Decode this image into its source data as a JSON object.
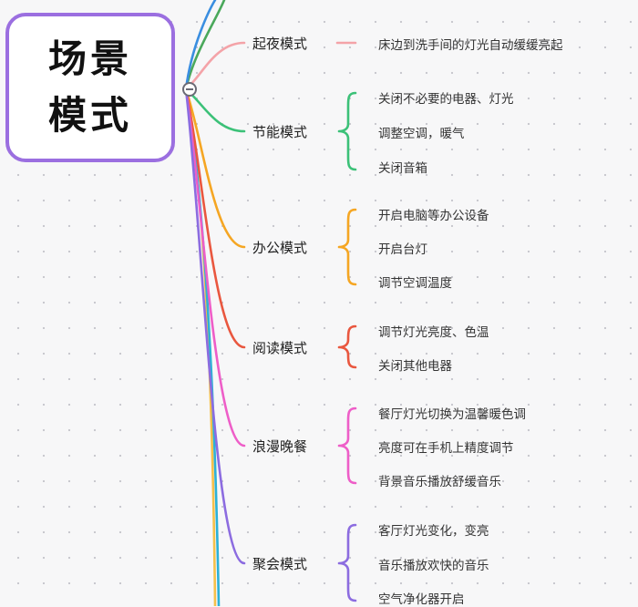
{
  "root": {
    "title": "场景模式",
    "color": "#9b6fe0"
  },
  "branches": [
    {
      "name": "起夜模式",
      "color": "#f4a3a8",
      "items": [
        "床边到洗手间的灯光自动缓缓亮起"
      ]
    },
    {
      "name": "节能模式",
      "color": "#3cc178",
      "items": [
        "关闭不必要的电器、灯光",
        "调整空调，暖气",
        "关闭音箱"
      ]
    },
    {
      "name": "办公模式",
      "color": "#f5a623",
      "items": [
        "开启电脑等办公设备",
        "开启台灯",
        "调节空调温度"
      ]
    },
    {
      "name": "阅读模式",
      "color": "#e9573f",
      "items": [
        "调节灯光亮度、色温",
        "关闭其他电器"
      ]
    },
    {
      "name": "浪漫晚餐",
      "color": "#ee5ec8",
      "items": [
        "餐厅灯光切换为温馨暖色调",
        "亮度可在手机上精度调节",
        "背景音乐播放舒缓音乐"
      ]
    },
    {
      "name": "聚会模式",
      "color": "#8c6ce0",
      "items": [
        "客厅灯光变化，变亮",
        "音乐播放欢快的音乐",
        "空气净化器开启"
      ]
    }
  ],
  "offscreen_colors": [
    "#f5c04a",
    "#2db1d6",
    "#4aa85b",
    "#3a8ee0"
  ]
}
